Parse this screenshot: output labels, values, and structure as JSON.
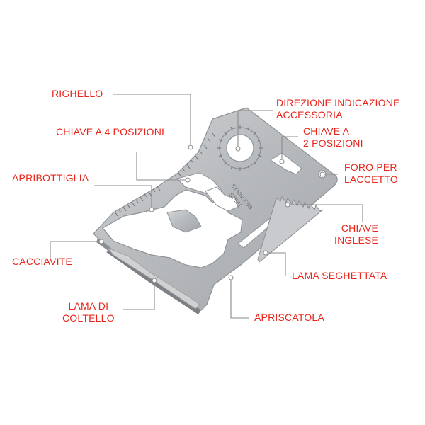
{
  "labels": {
    "righello": [
      "RIGHELLO"
    ],
    "chiave4": [
      "CHIAVE A 4 POSIZIONI"
    ],
    "apribottiglia": [
      "APRIBOTTIGLIA"
    ],
    "cacciavite": [
      "CACCIAVITE"
    ],
    "lama_coltello": [
      "LAMA DI",
      "COLTELLO"
    ],
    "direzione": [
      "DIREZIONE INDICAZIONE",
      "ACCESSORIA"
    ],
    "chiave2": [
      "CHIAVE A",
      "2 POSIZIONI"
    ],
    "foro": [
      "FORO PER",
      "LACCETTO"
    ],
    "chiave_inglese": [
      "CHIAVE",
      "INGLESE"
    ],
    "lama_seghettata": [
      "LAMA SEGHETTATA"
    ],
    "apriscatola": [
      "APRISCATOLA"
    ]
  },
  "card_text": [
    "STAINLESS",
    "STEEL"
  ],
  "colors": {
    "label": "#e8261c",
    "leader": "#8a8a8a",
    "steel": "#b9bcbf"
  }
}
